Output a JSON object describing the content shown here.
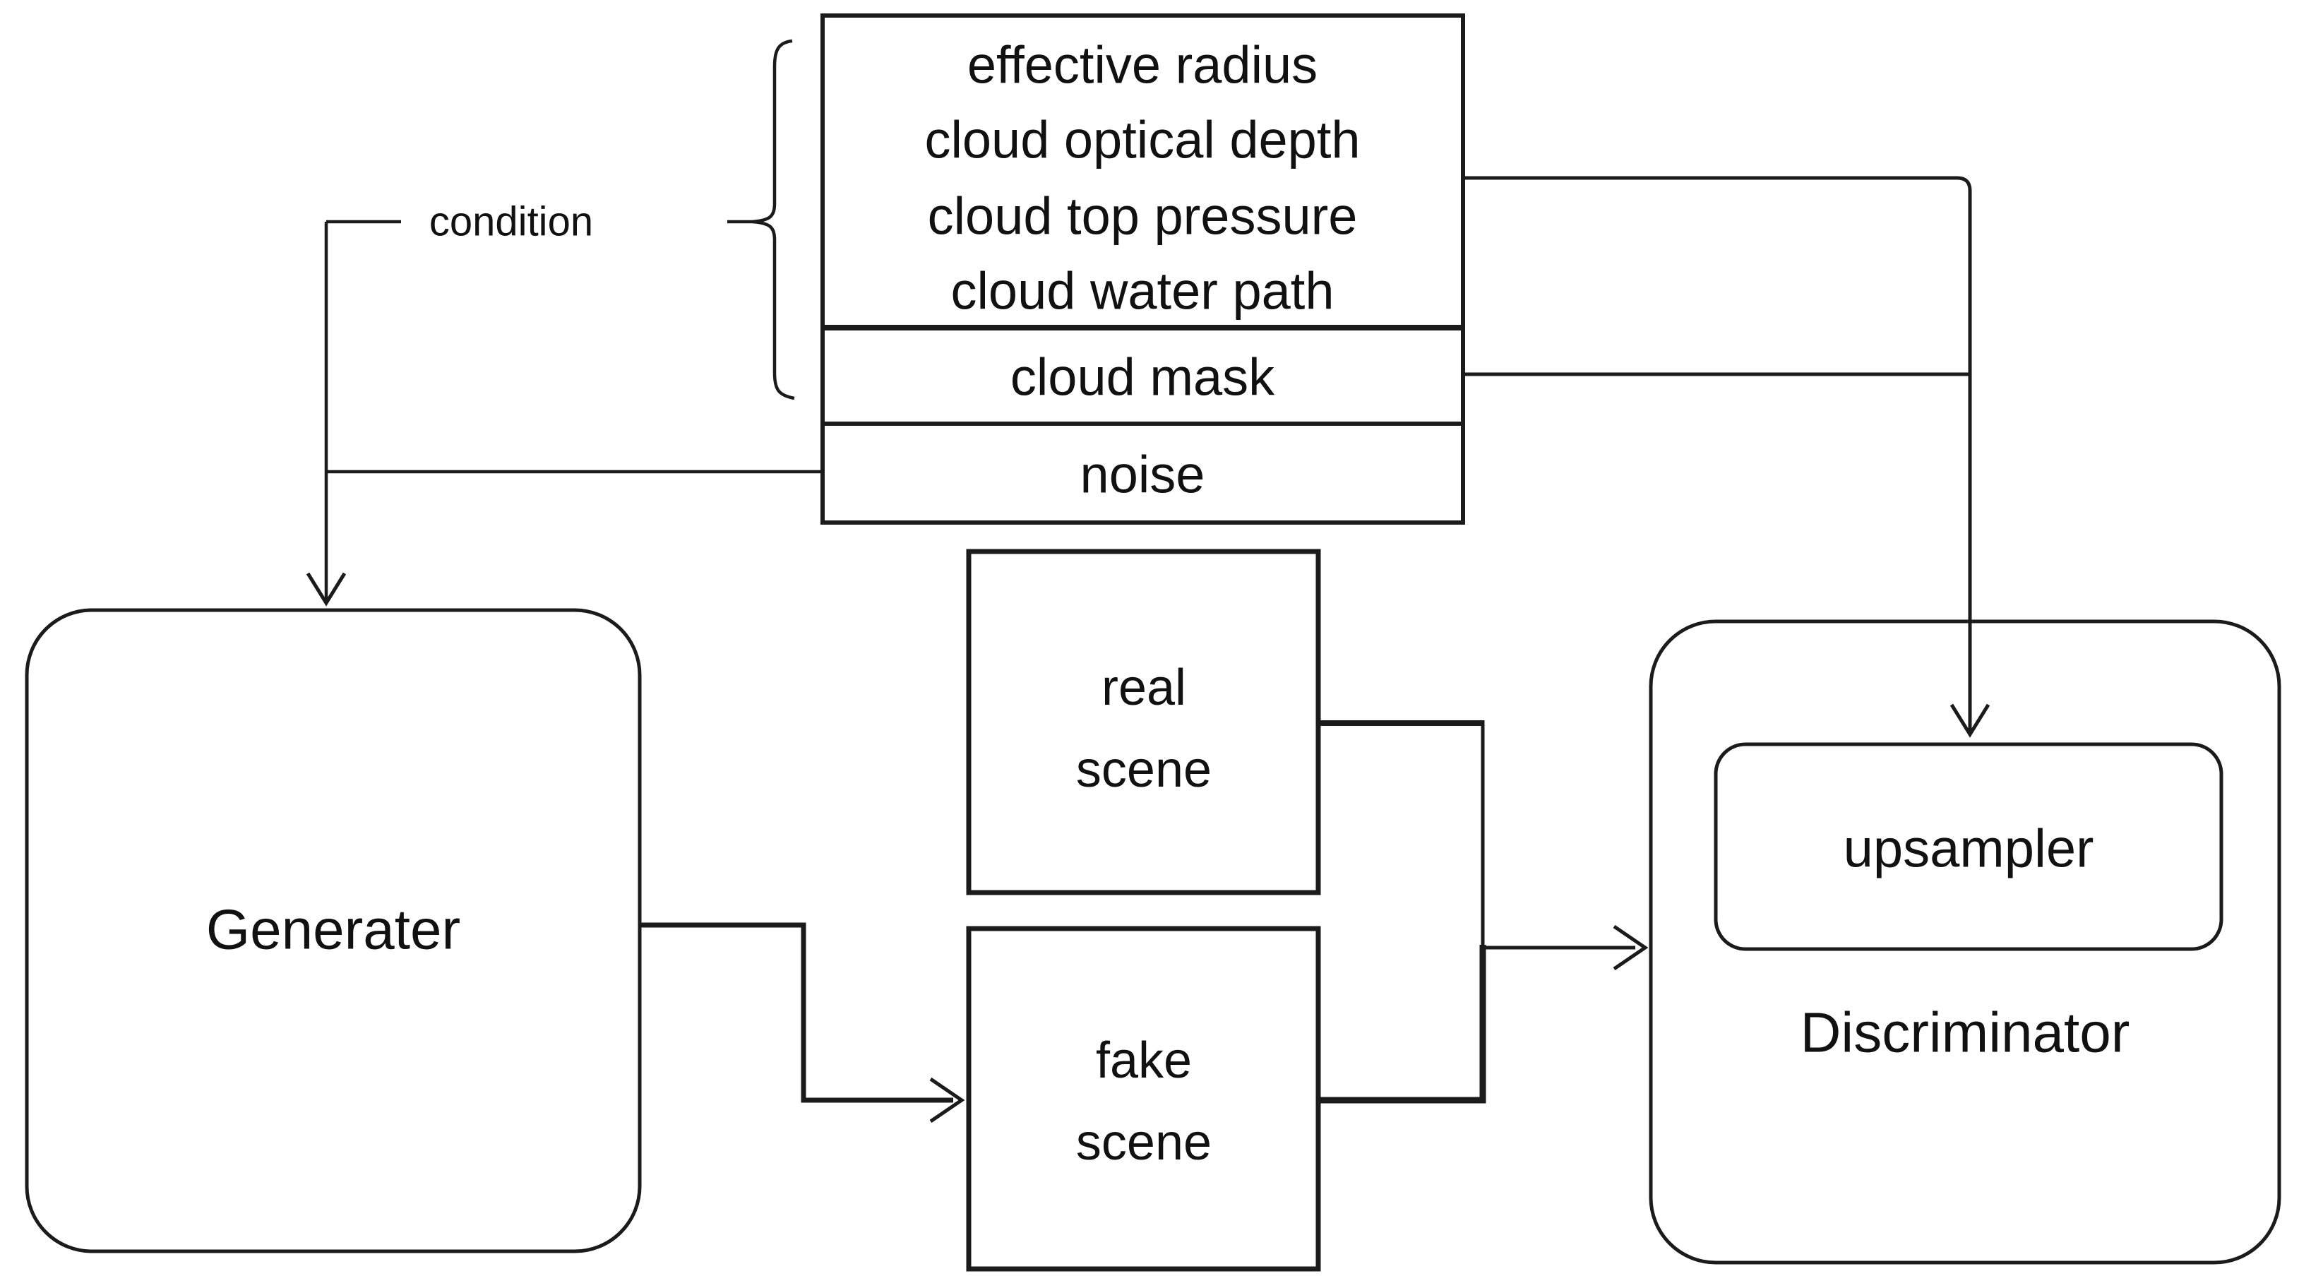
{
  "diagram": {
    "condition_stack": {
      "variables": [
        "effective radius",
        "cloud optical depth",
        "cloud top pressure",
        "cloud water path"
      ],
      "mask_row": "cloud mask",
      "noise_row": "noise"
    },
    "condition_label": "condition",
    "generator_label": "Generater",
    "real_scene": {
      "lines": [
        "real",
        "scene"
      ]
    },
    "fake_scene": {
      "lines": [
        "fake",
        "scene"
      ]
    },
    "discriminator_label": "Discriminator",
    "upsampler_label": "upsampler",
    "colors": {
      "line": "#1b1b1b",
      "text": "#111111",
      "background": "#ffffff"
    }
  }
}
